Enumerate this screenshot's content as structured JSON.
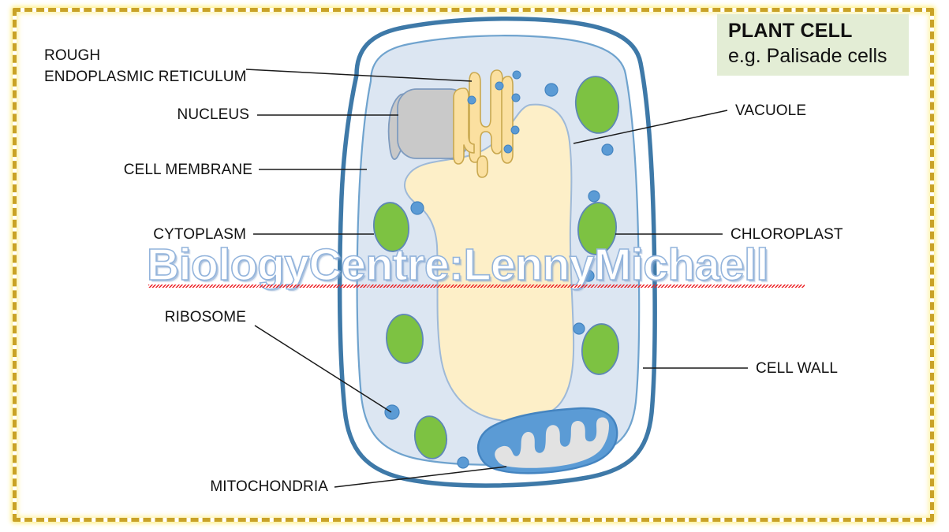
{
  "title_box": {
    "heading": "PLANT CELL",
    "subheading": "e.g. Palisade cells"
  },
  "watermark": {
    "text": "BiologyCentre:LennyMichaell"
  },
  "labels": {
    "rough_er_line1": "ROUGH",
    "rough_er_line2": "ENDOPLASMIC RETICULUM",
    "nucleus": "NUCLEUS",
    "cell_membrane": "CELL MEMBRANE",
    "cytoplasm": "CYTOPLASM",
    "ribosome": "RIBOSOME",
    "mitochondria": "MITOCHONDRIA",
    "vacuole": "VACUOLE",
    "chloroplast": "CHLOROPLAST",
    "cell_wall": "CELL WALL"
  },
  "colors": {
    "frame_dash": "#C9A227",
    "frame_glow": "#FFE85A",
    "title_box_bg": "#E3EDD5",
    "cell_wall_stroke": "#3E79A8",
    "cell_membrane_stroke": "#6FA3CE",
    "cytoplasm_fill": "#DCE6F2",
    "vacuole_fill": "#FDEFC8",
    "vacuole_stroke": "#9EB9D8",
    "nucleus_fill": "#C9C9C9",
    "nucleus_stroke": "#7E9BBF",
    "chloroplast_fill": "#7DC242",
    "chloroplast_stroke": "#5E87B5",
    "ribosome_fill": "#5B9BD5",
    "ribosome_stroke": "#4484C0",
    "rough_er_fill": "#FBE0A0",
    "rough_er_stroke": "#C9A84F",
    "mitochondria_fill": "#5B9BD5",
    "mitochondria_stroke": "#4484C0",
    "cristae_fill": "#E2E2E2",
    "leader_line": "#1A1A1A",
    "watermark_text": "#FFFFFF",
    "watermark_outline": "#93B4DC",
    "spellcheck_underline": "#ED2024"
  }
}
